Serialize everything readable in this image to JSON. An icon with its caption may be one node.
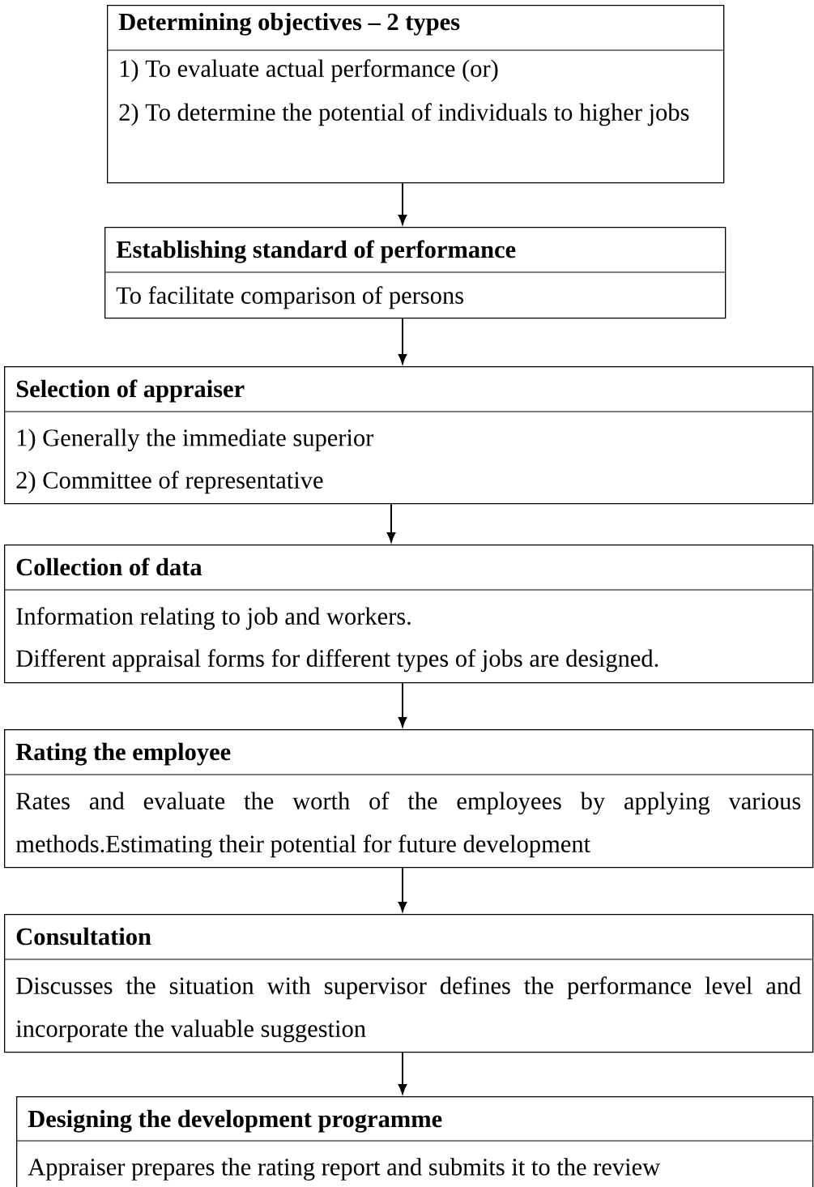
{
  "diagram": {
    "nodes": [
      {
        "text": [
          "Determining objectives – 2 types",
          "1) To evaluate actual performance (or)",
          "2) To determine the potential of individuals to higher jobs"
        ]
      },
      {
        "text": [
          "Establishing standard of performance",
          "To facilitate comparison of persons"
        ]
      },
      {
        "text": [
          "Selection of appraiser",
          "1) Generally the immediate superior",
          "2) Committee of representative"
        ]
      },
      {
        "text": [
          "Collection of data",
          "Information relating to job and workers.",
          "Different appraisal forms for different types of jobs are designed."
        ]
      },
      {
        "text": [
          "Rating the employee",
          "Rates and evaluate the worth of the employees by applying various methods.Estimating their potential for future development"
        ]
      },
      {
        "text": [
          "Consultation",
          "Discusses the situation with supervisor defines the performance level and incorporate the valuable suggestion"
        ]
      },
      {
        "text": [
          "Designing the development programme",
          "Appraiser prepares the rating report and submits it to the review"
        ]
      }
    ],
    "edges": [
      {
        "from": 0,
        "to": 1,
        "arrow": "to"
      },
      {
        "from": 1,
        "to": 2,
        "arrow": "to"
      },
      {
        "from": 2,
        "to": 3,
        "arrow": "to"
      },
      {
        "from": 3,
        "to": 4,
        "arrow": "to"
      },
      {
        "from": 4,
        "to": 5,
        "arrow": "to"
      },
      {
        "from": 5,
        "to": 6,
        "arrow": "to"
      }
    ]
  }
}
